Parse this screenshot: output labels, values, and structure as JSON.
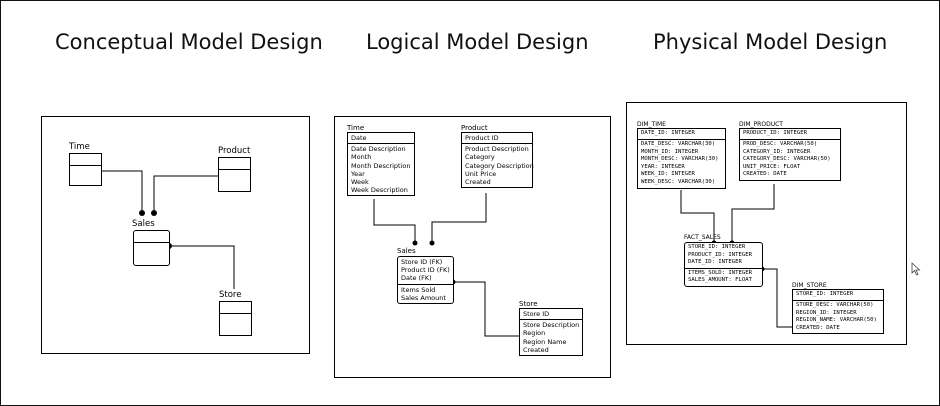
{
  "titles": {
    "conceptual": "Conceptual Model Design",
    "logical": "Logical Model Design",
    "physical": "Physical Model Design"
  },
  "conceptual": {
    "time": "Time",
    "product": "Product",
    "sales": "Sales",
    "store": "Store"
  },
  "logical": {
    "time": {
      "name": "Time",
      "key": "Date",
      "attrs": [
        "Date Description",
        "Month",
        "Month Description",
        "Year",
        "Week",
        "Week Description"
      ]
    },
    "product": {
      "name": "Product",
      "key": "Product ID",
      "attrs": [
        "Product Description",
        "Category",
        "Category Description",
        "Unit Price",
        "Created"
      ]
    },
    "sales": {
      "name": "Sales",
      "keys": [
        "Store ID (FK)",
        "Product ID (FK)",
        "Date (FK)"
      ],
      "attrs": [
        "Items Sold",
        "Sales Amount"
      ]
    },
    "store": {
      "name": "Store",
      "key": "Store ID",
      "attrs": [
        "Store Description",
        "Region",
        "Region Name",
        "Created"
      ]
    }
  },
  "physical": {
    "time": {
      "name": "DIM_TIME",
      "key": "DATE_ID: INTEGER",
      "attrs": [
        "DATE_DESC: VARCHAR(30)",
        "MONTH_ID: INTEGER",
        "MONTH_DESC: VARCHAR(30)",
        "YEAR: INTEGER",
        "WEEK_ID: INTEGER",
        "WEEK_DESC: VARCHAR(30)"
      ]
    },
    "product": {
      "name": "DIM_PRODUCT",
      "key": "PRODUCT_ID: INTEGER",
      "attrs": [
        "PROD_DESC: VARCHAR(50)",
        "CATEGORY_ID: INTEGER",
        "CATEGORY_DESC: VARCHAR(50)",
        "UNIT_PRICE: FLOAT",
        "CREATED: DATE"
      ]
    },
    "sales": {
      "name": "FACT_SALES",
      "keys": [
        "STORE_ID: INTEGER",
        "PRODUCT_ID: INTEGER",
        "DATE_ID: INTEGER"
      ],
      "attrs": [
        "ITEMS_SOLD: INTEGER",
        "SALES_AMOUNT: FLOAT"
      ]
    },
    "store": {
      "name": "DIM_STORE",
      "key": "STORE_ID: INTEGER",
      "attrs": [
        "STORE_DESC: VARCHAR(50)",
        "REGION_ID: INTEGER",
        "REGION_NAME: VARCHAR(50)",
        "CREATED: DATE"
      ]
    }
  }
}
